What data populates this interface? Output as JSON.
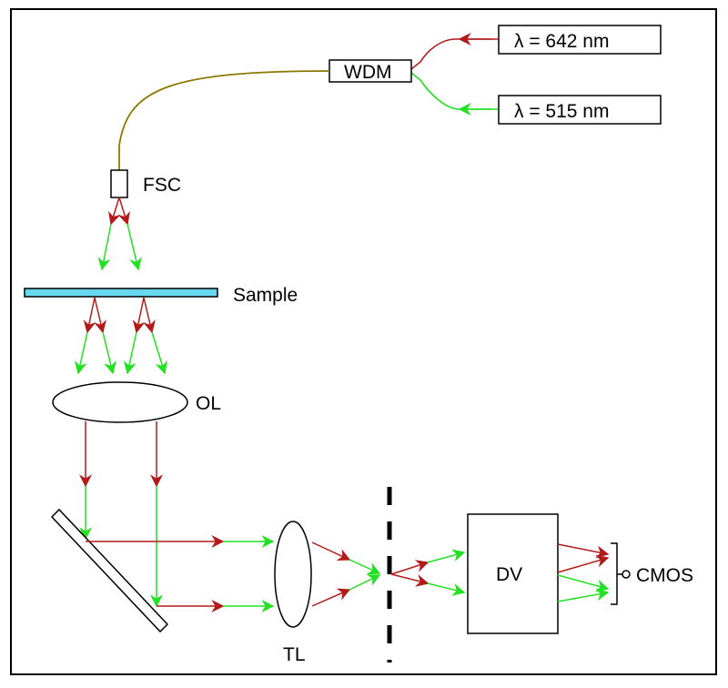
{
  "labels": {
    "wdm": "WDM",
    "laser_red": "λ = 642 nm",
    "laser_green": "λ = 515 nm",
    "fsc": "FSC",
    "sample": "Sample",
    "ol": "OL",
    "tl": "TL",
    "dv": "DV",
    "cmos": "CMOS"
  },
  "colors": {
    "red": "#b31b1b",
    "green": "#22e022",
    "fiber": "#8a7a00",
    "sample_fill": "#66d9ee",
    "outline": "#000000"
  }
}
